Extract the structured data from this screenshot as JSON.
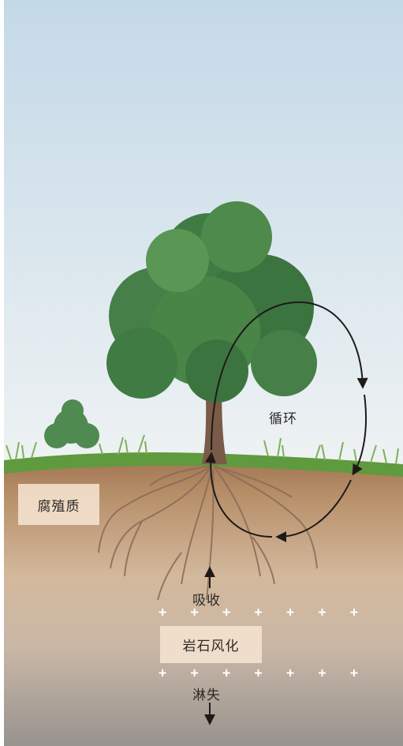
{
  "labels": {
    "humus": "腐殖质",
    "cycle": "循环",
    "absorb": "吸收",
    "weathering": "岩石风化",
    "leaching": "淋失"
  },
  "symbols": {
    "plus_row": "+ + + + + + +"
  },
  "colors": {
    "sky_top": "#c4d9e8",
    "sky_bottom": "#eef2f3",
    "grass": "#5f9a3e",
    "soil_top": "#b28c66",
    "soil_mid": "#d0b497",
    "soil_bottom": "#9a9694",
    "foliage": "#3f7b43",
    "trunk": "#7a5a48",
    "arrow": "#1e1a18"
  }
}
